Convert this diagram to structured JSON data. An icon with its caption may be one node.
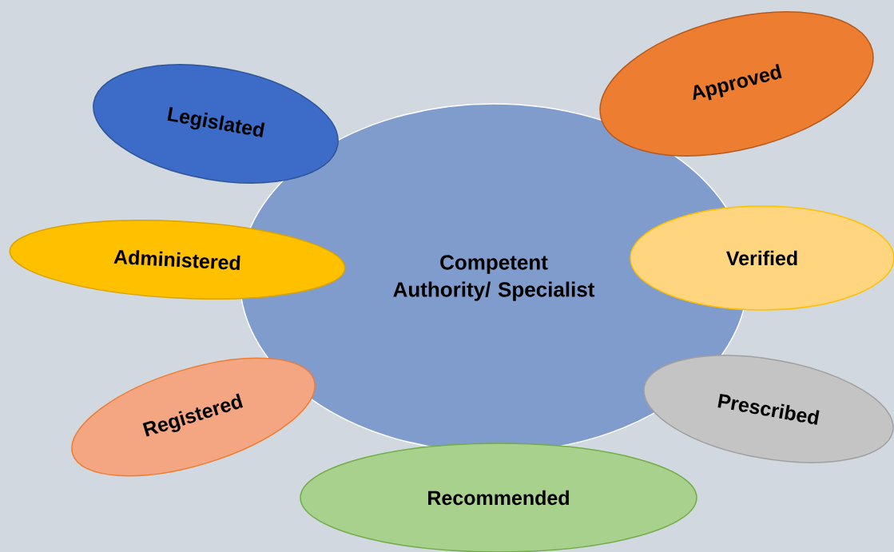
{
  "diagram": {
    "nodes": [
      {
        "text": [
          "Competent Authority/ Specialist"
        ]
      },
      {
        "text": [
          "Legislated"
        ]
      },
      {
        "text": [
          "Approved"
        ]
      },
      {
        "text": [
          "Administered"
        ]
      },
      {
        "text": [
          "Verified"
        ]
      },
      {
        "text": [
          "Registered"
        ]
      },
      {
        "text": [
          "Prescribed"
        ]
      },
      {
        "text": [
          "Recommended"
        ]
      }
    ]
  }
}
